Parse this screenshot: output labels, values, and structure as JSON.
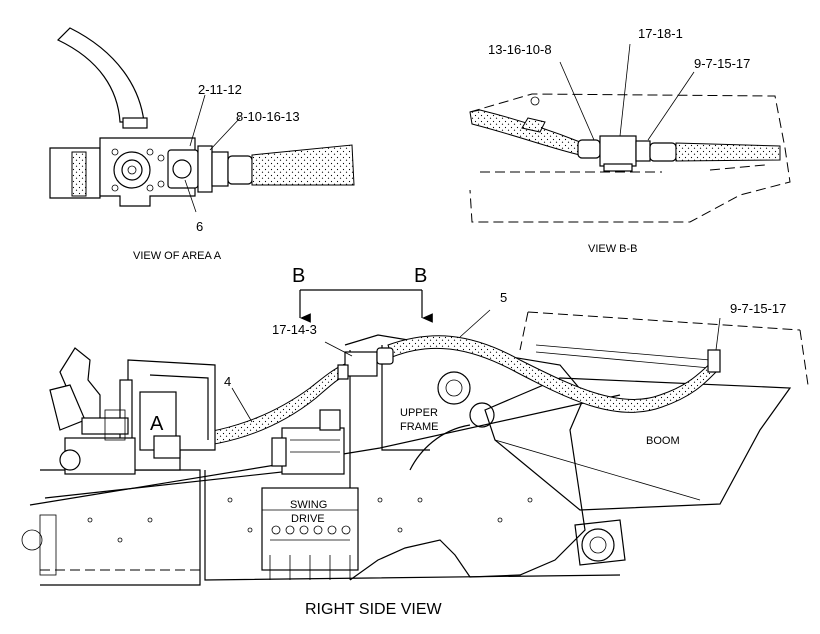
{
  "view_area_a": {
    "caption": "VIEW OF AREA A",
    "callouts": [
      "2-11-12",
      "8-10-16-13",
      "6"
    ]
  },
  "view_b_b": {
    "caption": "VIEW B-B",
    "callouts": [
      "13-16-10-8",
      "17-18-1",
      "9-7-15-17"
    ]
  },
  "right_side_view": {
    "caption": "RIGHT SIDE VIEW",
    "section_letters": [
      "B",
      "B"
    ],
    "area_letter": "A",
    "callouts": [
      "17-14-3",
      "5",
      "9-7-15-17",
      "4"
    ],
    "part_labels": {
      "upper_frame_line1": "UPPER",
      "upper_frame_line2": "FRAME",
      "boom": "BOOM",
      "swing_drive_line1": "SWING",
      "swing_drive_line2": "DRIVE"
    }
  }
}
